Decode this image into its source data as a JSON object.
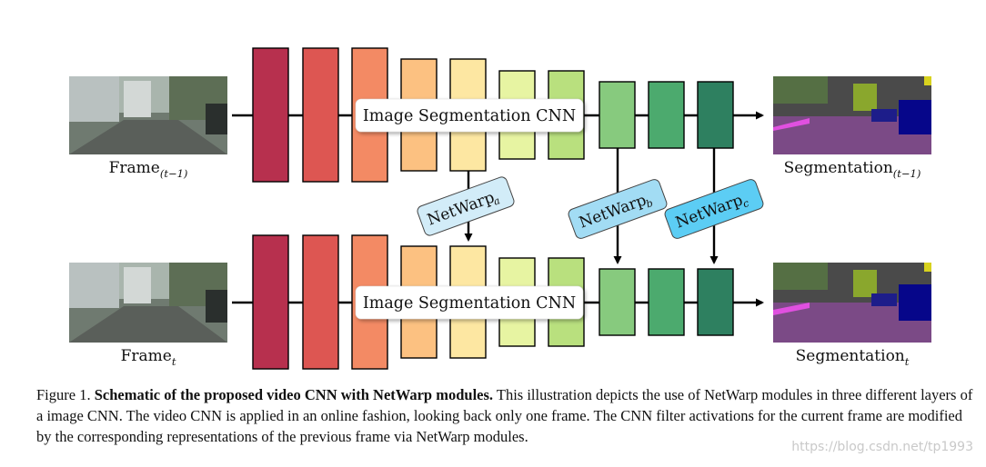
{
  "frames": {
    "prev_label": "Frame",
    "prev_sub": "(t−1)",
    "curr_label": "Frame",
    "curr_sub": "t"
  },
  "segmentations": {
    "prev_label": "Segmentation",
    "prev_sub": "(t−1)",
    "curr_label": "Segmentation",
    "curr_sub": "t"
  },
  "cnn_label": "Image Segmentation CNN",
  "netwarp": [
    {
      "base": "NetWarp",
      "sub": "a",
      "color": "#d2ecf8"
    },
    {
      "base": "NetWarp",
      "sub": "b",
      "color": "#a2dcf4"
    },
    {
      "base": "NetWarp",
      "sub": "c",
      "color": "#5ccdf4"
    }
  ],
  "layer_colors": [
    "#b7304e",
    "#dd5652",
    "#f38a64",
    "#fcc181",
    "#fde7a2",
    "#e7f4a2",
    "#b9e07e",
    "#87ca7e",
    "#4caa6e",
    "#2e8060"
  ],
  "caption": {
    "prefix": "Figure 1. ",
    "bold": "Schematic of the proposed video CNN with NetWarp modules.",
    "body": " This illustration depicts the use of NetWarp modules in three different layers of a image CNN. The video CNN is applied in an online fashion, looking back only one frame. The CNN filter activations for the current frame are modified by the corresponding representations of the previous frame via NetWarp modules."
  },
  "watermark": "https://blog.csdn.net/tp1993"
}
